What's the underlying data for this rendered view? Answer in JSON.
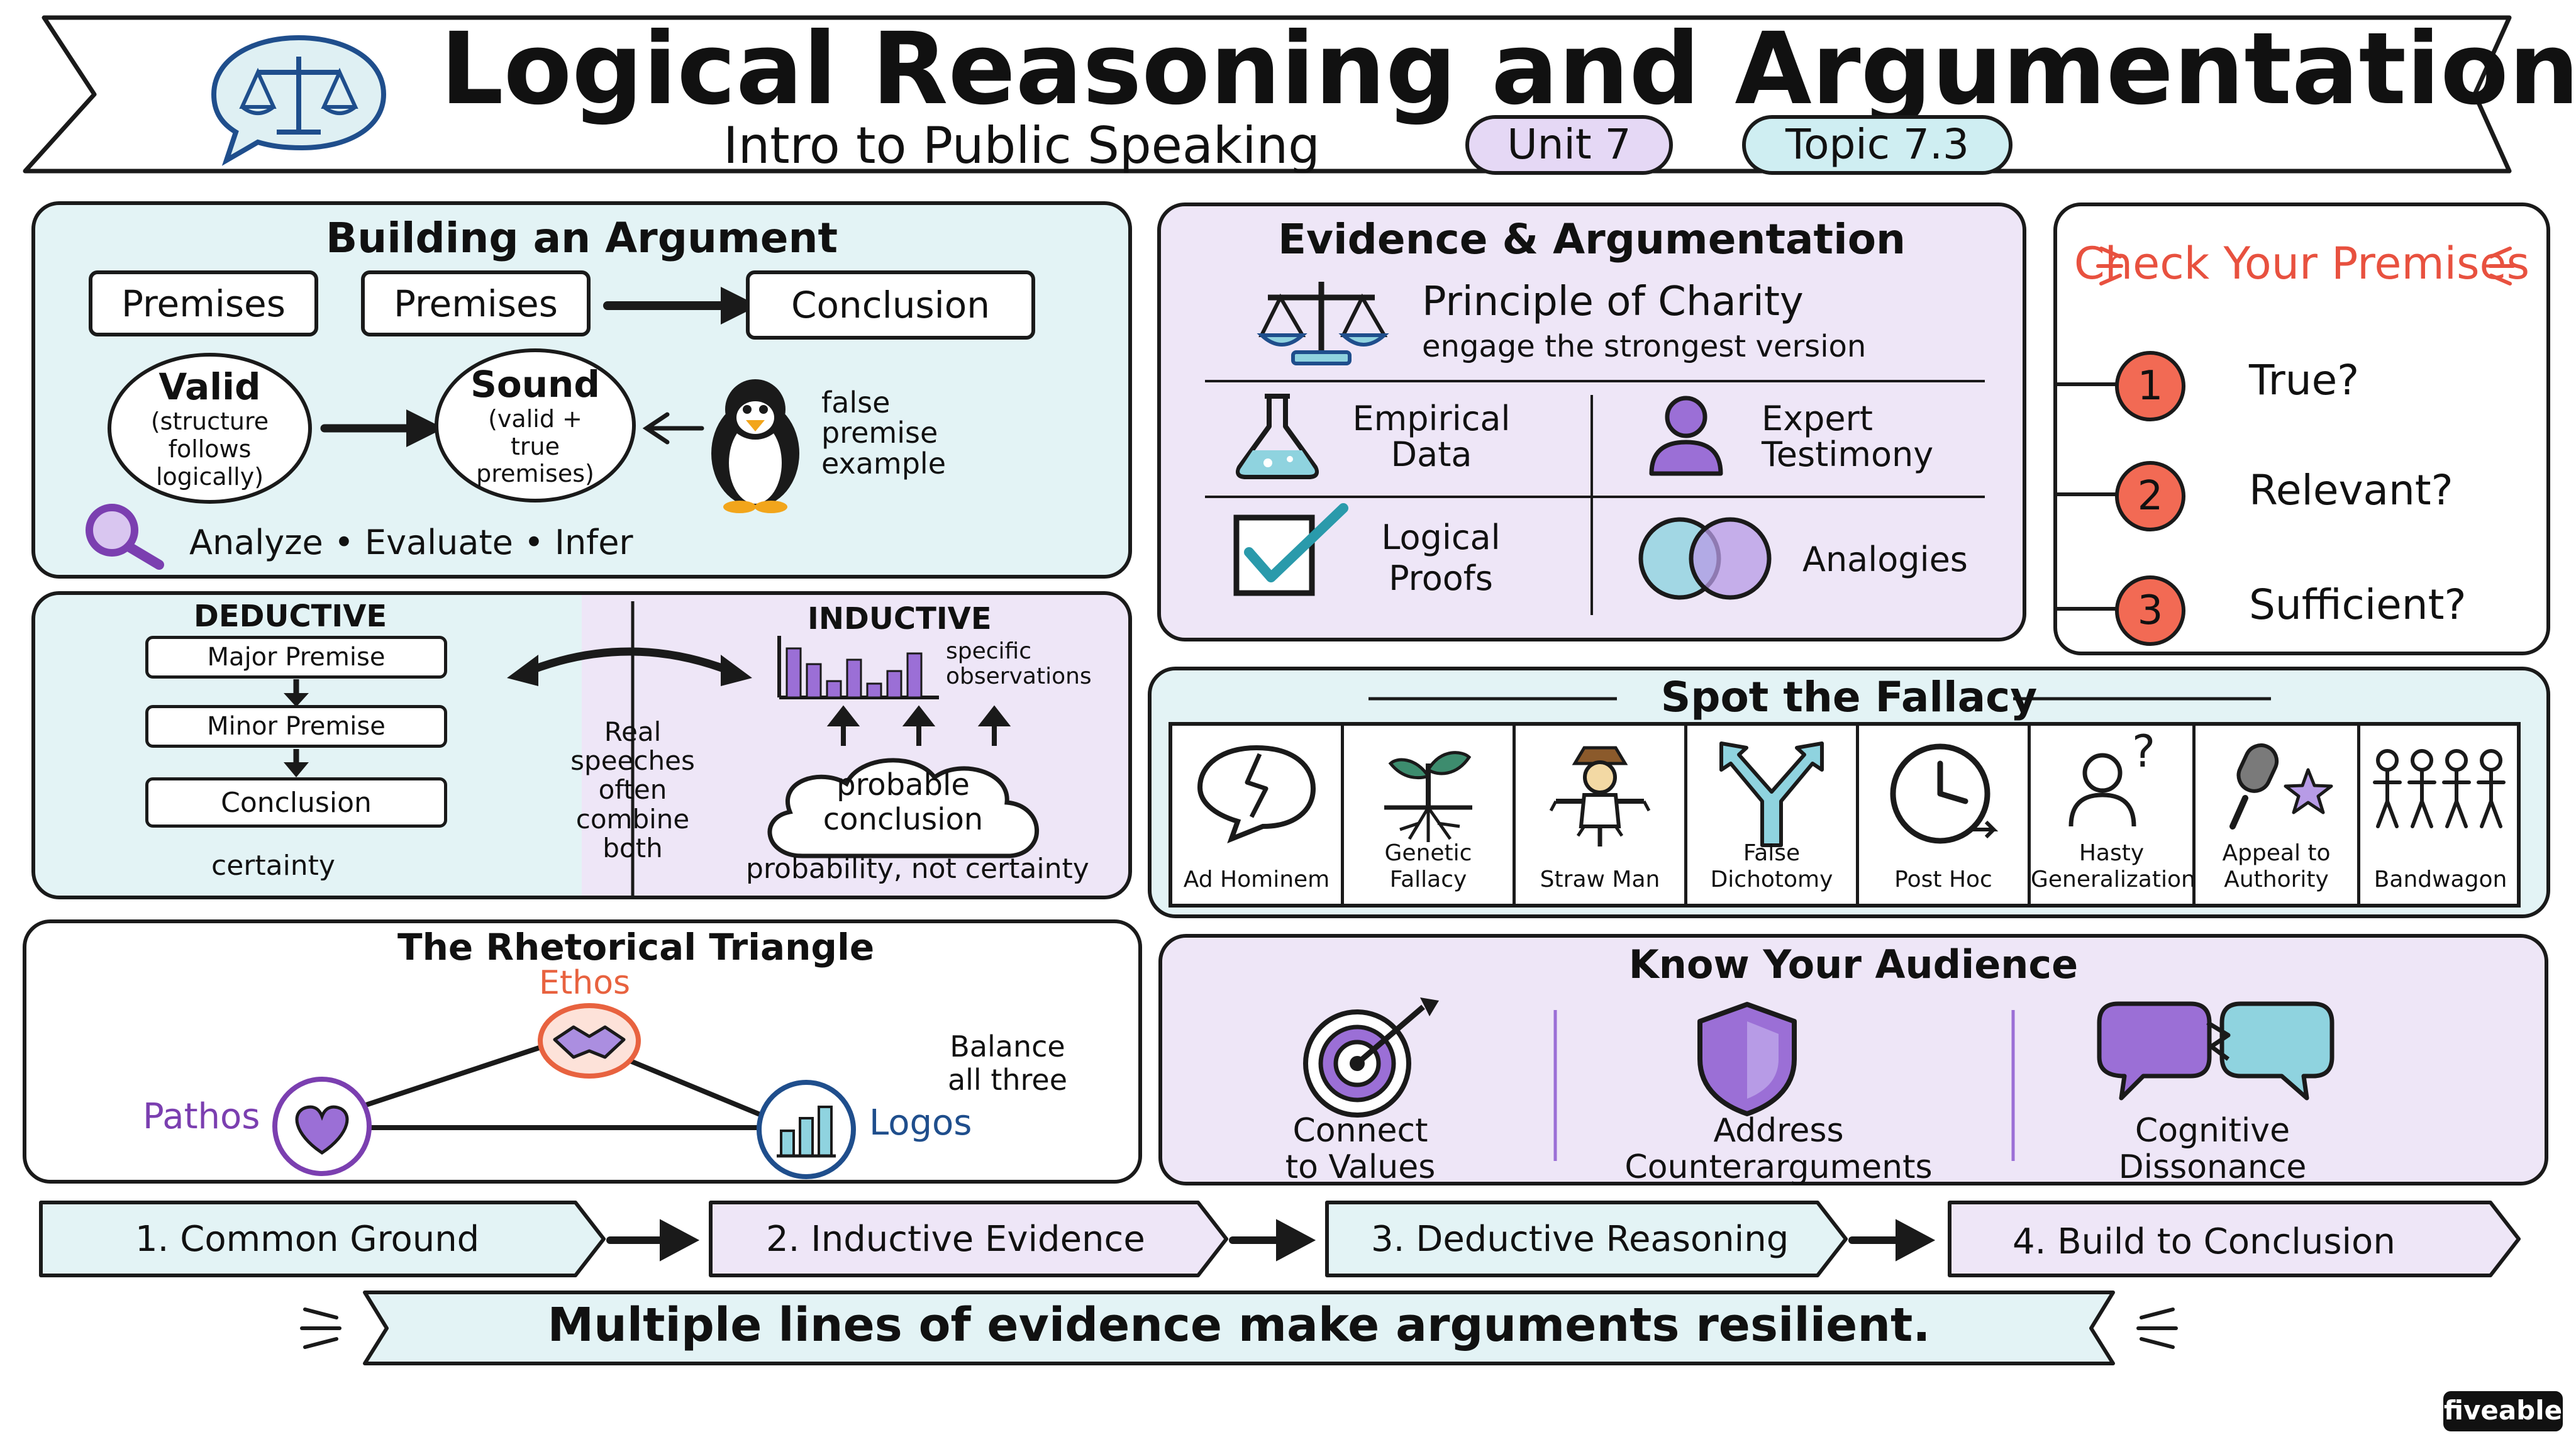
{
  "header": {
    "title": "Logical Reasoning and Argumentation",
    "subtitle": "Intro to Public Speaking",
    "unit_badge": "Unit 7",
    "topic_badge": "Topic 7.3",
    "icon": "scales-of-justice-icon"
  },
  "building": {
    "title": "Building an Argument",
    "premise1": "Premises",
    "premise2": "Premises",
    "conclusion": "Conclusion",
    "valid_title": "Valid",
    "valid_desc": "(structure\nfollows\nlogically)",
    "sound_title": "Sound",
    "sound_desc": "(valid +\ntrue\npremises)",
    "false_premise": "false\npremise\nexample",
    "skills": "Analyze • Evaluate • Infer",
    "icons": [
      "magnifier-icon",
      "penguin-icon"
    ]
  },
  "deductive": {
    "title": "DEDUCTIVE",
    "steps": [
      "Major Premise",
      "Minor Premise",
      "Conclusion"
    ],
    "caption": "certainty"
  },
  "middle_note": "Real\nspeeches\noften\ncombine\nboth",
  "inductive": {
    "title": "INDUCTIVE",
    "observations": "specific\nobservations",
    "cloud": "probable\nconclusion",
    "caption": "probability, not certainty"
  },
  "triangle": {
    "title": "The Rhetorical Triangle",
    "ethos": "Ethos",
    "pathos": "Pathos",
    "logos": "Logos",
    "note": "Balance\nall three",
    "colors": {
      "ethos": "#e8623f",
      "pathos": "#7b3fb0",
      "logos": "#1f4e8c"
    }
  },
  "evidence": {
    "title": "Evidence & Argumentation",
    "charity_title": "Principle of Charity",
    "charity_sub": "engage the strongest version",
    "items": [
      "Empirical\nData",
      "Expert\nTestimony",
      "Logical\nProofs",
      "Analogies"
    ],
    "icons": [
      "flask-icon",
      "person-icon",
      "checkbox-icon",
      "venn-icon"
    ]
  },
  "premises_check": {
    "title": "Check Your Premises",
    "items": [
      {
        "num": "1",
        "label": "True?"
      },
      {
        "num": "2",
        "label": "Relevant?"
      },
      {
        "num": "3",
        "label": "Sufficient?"
      }
    ],
    "accent": "#e8513f"
  },
  "fallacy": {
    "title": "Spot the Fallacy",
    "items": [
      {
        "label": "Ad Hominem",
        "icon": "cracked-speech-bubble-icon"
      },
      {
        "label": "Genetic Fallacy",
        "icon": "sprout-roots-icon"
      },
      {
        "label": "Straw Man",
        "icon": "scarecrow-icon"
      },
      {
        "label": "False Dichotomy",
        "icon": "fork-arrows-icon"
      },
      {
        "label": "Post Hoc",
        "icon": "clock-icon"
      },
      {
        "label": "Hasty\nGeneralization",
        "icon": "person-question-icon"
      },
      {
        "label": "Appeal to\nAuthority",
        "icon": "microphone-star-icon"
      },
      {
        "label": "Bandwagon",
        "icon": "crowd-icon"
      }
    ]
  },
  "audience": {
    "title": "Know Your Audience",
    "items": [
      "Connect\nto Values",
      "Address\nCounterarguments",
      "Cognitive\nDissonance"
    ],
    "icons": [
      "target-icon",
      "shield-icon",
      "speech-bubbles-icon"
    ]
  },
  "flow": {
    "steps": [
      "1. Common Ground",
      "2. Inductive Evidence",
      "3. Deductive Reasoning",
      "4. Build to Conclusion"
    ]
  },
  "banner": "Multiple lines of evidence make arguments resilient.",
  "brand": "fiveable",
  "colors": {
    "teal": "#e3f3f5",
    "lavender": "#eee6f7",
    "purple": "#9b6fd6",
    "ink": "#1a1a1a"
  }
}
